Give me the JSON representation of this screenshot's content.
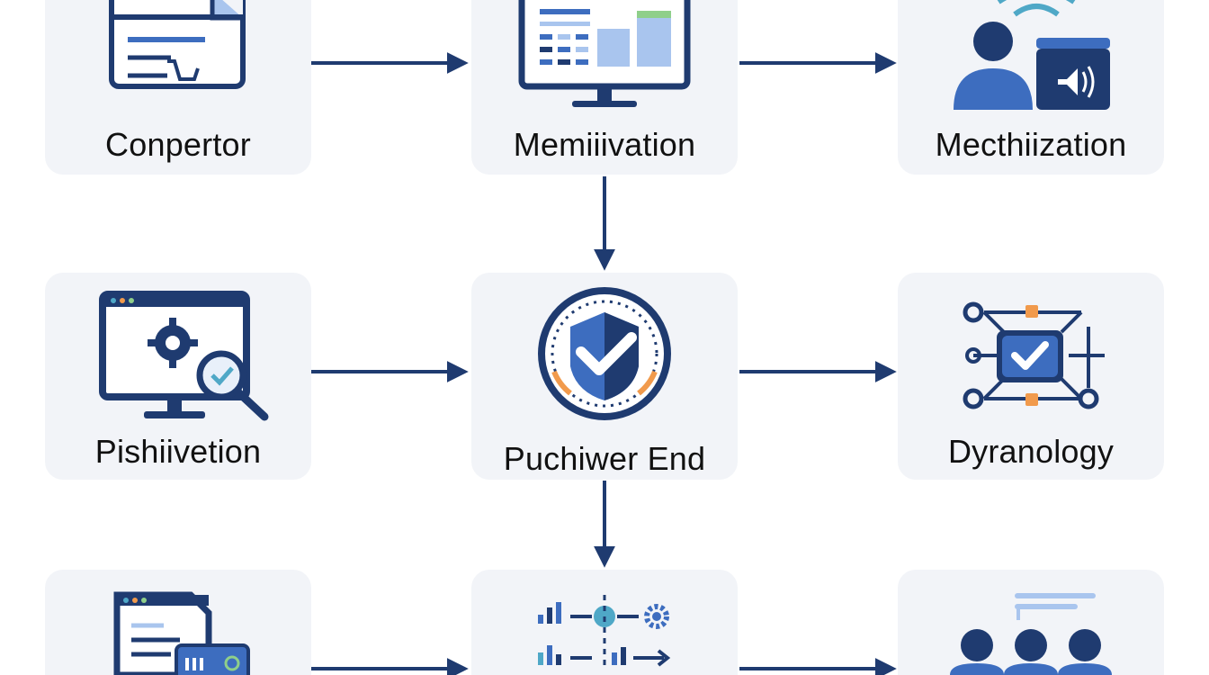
{
  "nodes": {
    "conpertor": {
      "label": "Conpertor",
      "icon": "browser-cart-icon"
    },
    "memiiivation": {
      "label": "Memiiivation",
      "icon": "monitor-dashboard-icon"
    },
    "mecthiization": {
      "label": "Mecthiization",
      "icon": "user-wifi-speaker-icon"
    },
    "pishiivetion": {
      "label": "Pishiivetion",
      "icon": "monitor-gear-search-icon"
    },
    "puchiwer_end": {
      "label": "Puchiwer End",
      "icon": "check-badge-icon"
    },
    "dyranology": {
      "label": "Dyranology",
      "icon": "network-check-icon"
    },
    "bottom_left": {
      "label": "",
      "icon": "document-card-icon"
    },
    "bottom_center": {
      "label": "",
      "icon": "analytics-flow-icon"
    },
    "bottom_right": {
      "label": "",
      "icon": "team-icon"
    }
  },
  "edges": [
    {
      "from": "conpertor",
      "to": "memiiivation"
    },
    {
      "from": "memiiivation",
      "to": "mecthiization"
    },
    {
      "from": "memiiivation",
      "to": "puchiwer_end"
    },
    {
      "from": "pishiivetion",
      "to": "puchiwer_end"
    },
    {
      "from": "puchiwer_end",
      "to": "dyranology"
    },
    {
      "from": "puchiwer_end",
      "to": "bottom_center"
    },
    {
      "from": "bottom_left",
      "to": "bottom_center"
    },
    {
      "from": "bottom_center",
      "to": "bottom_right"
    }
  ],
  "colors": {
    "navy": "#1f3b70",
    "blue": "#3d6dbf",
    "light_blue": "#a9c5ee",
    "teal": "#4fa8c7",
    "orange": "#f19a4c",
    "card_bg": "#f2f4f8"
  }
}
